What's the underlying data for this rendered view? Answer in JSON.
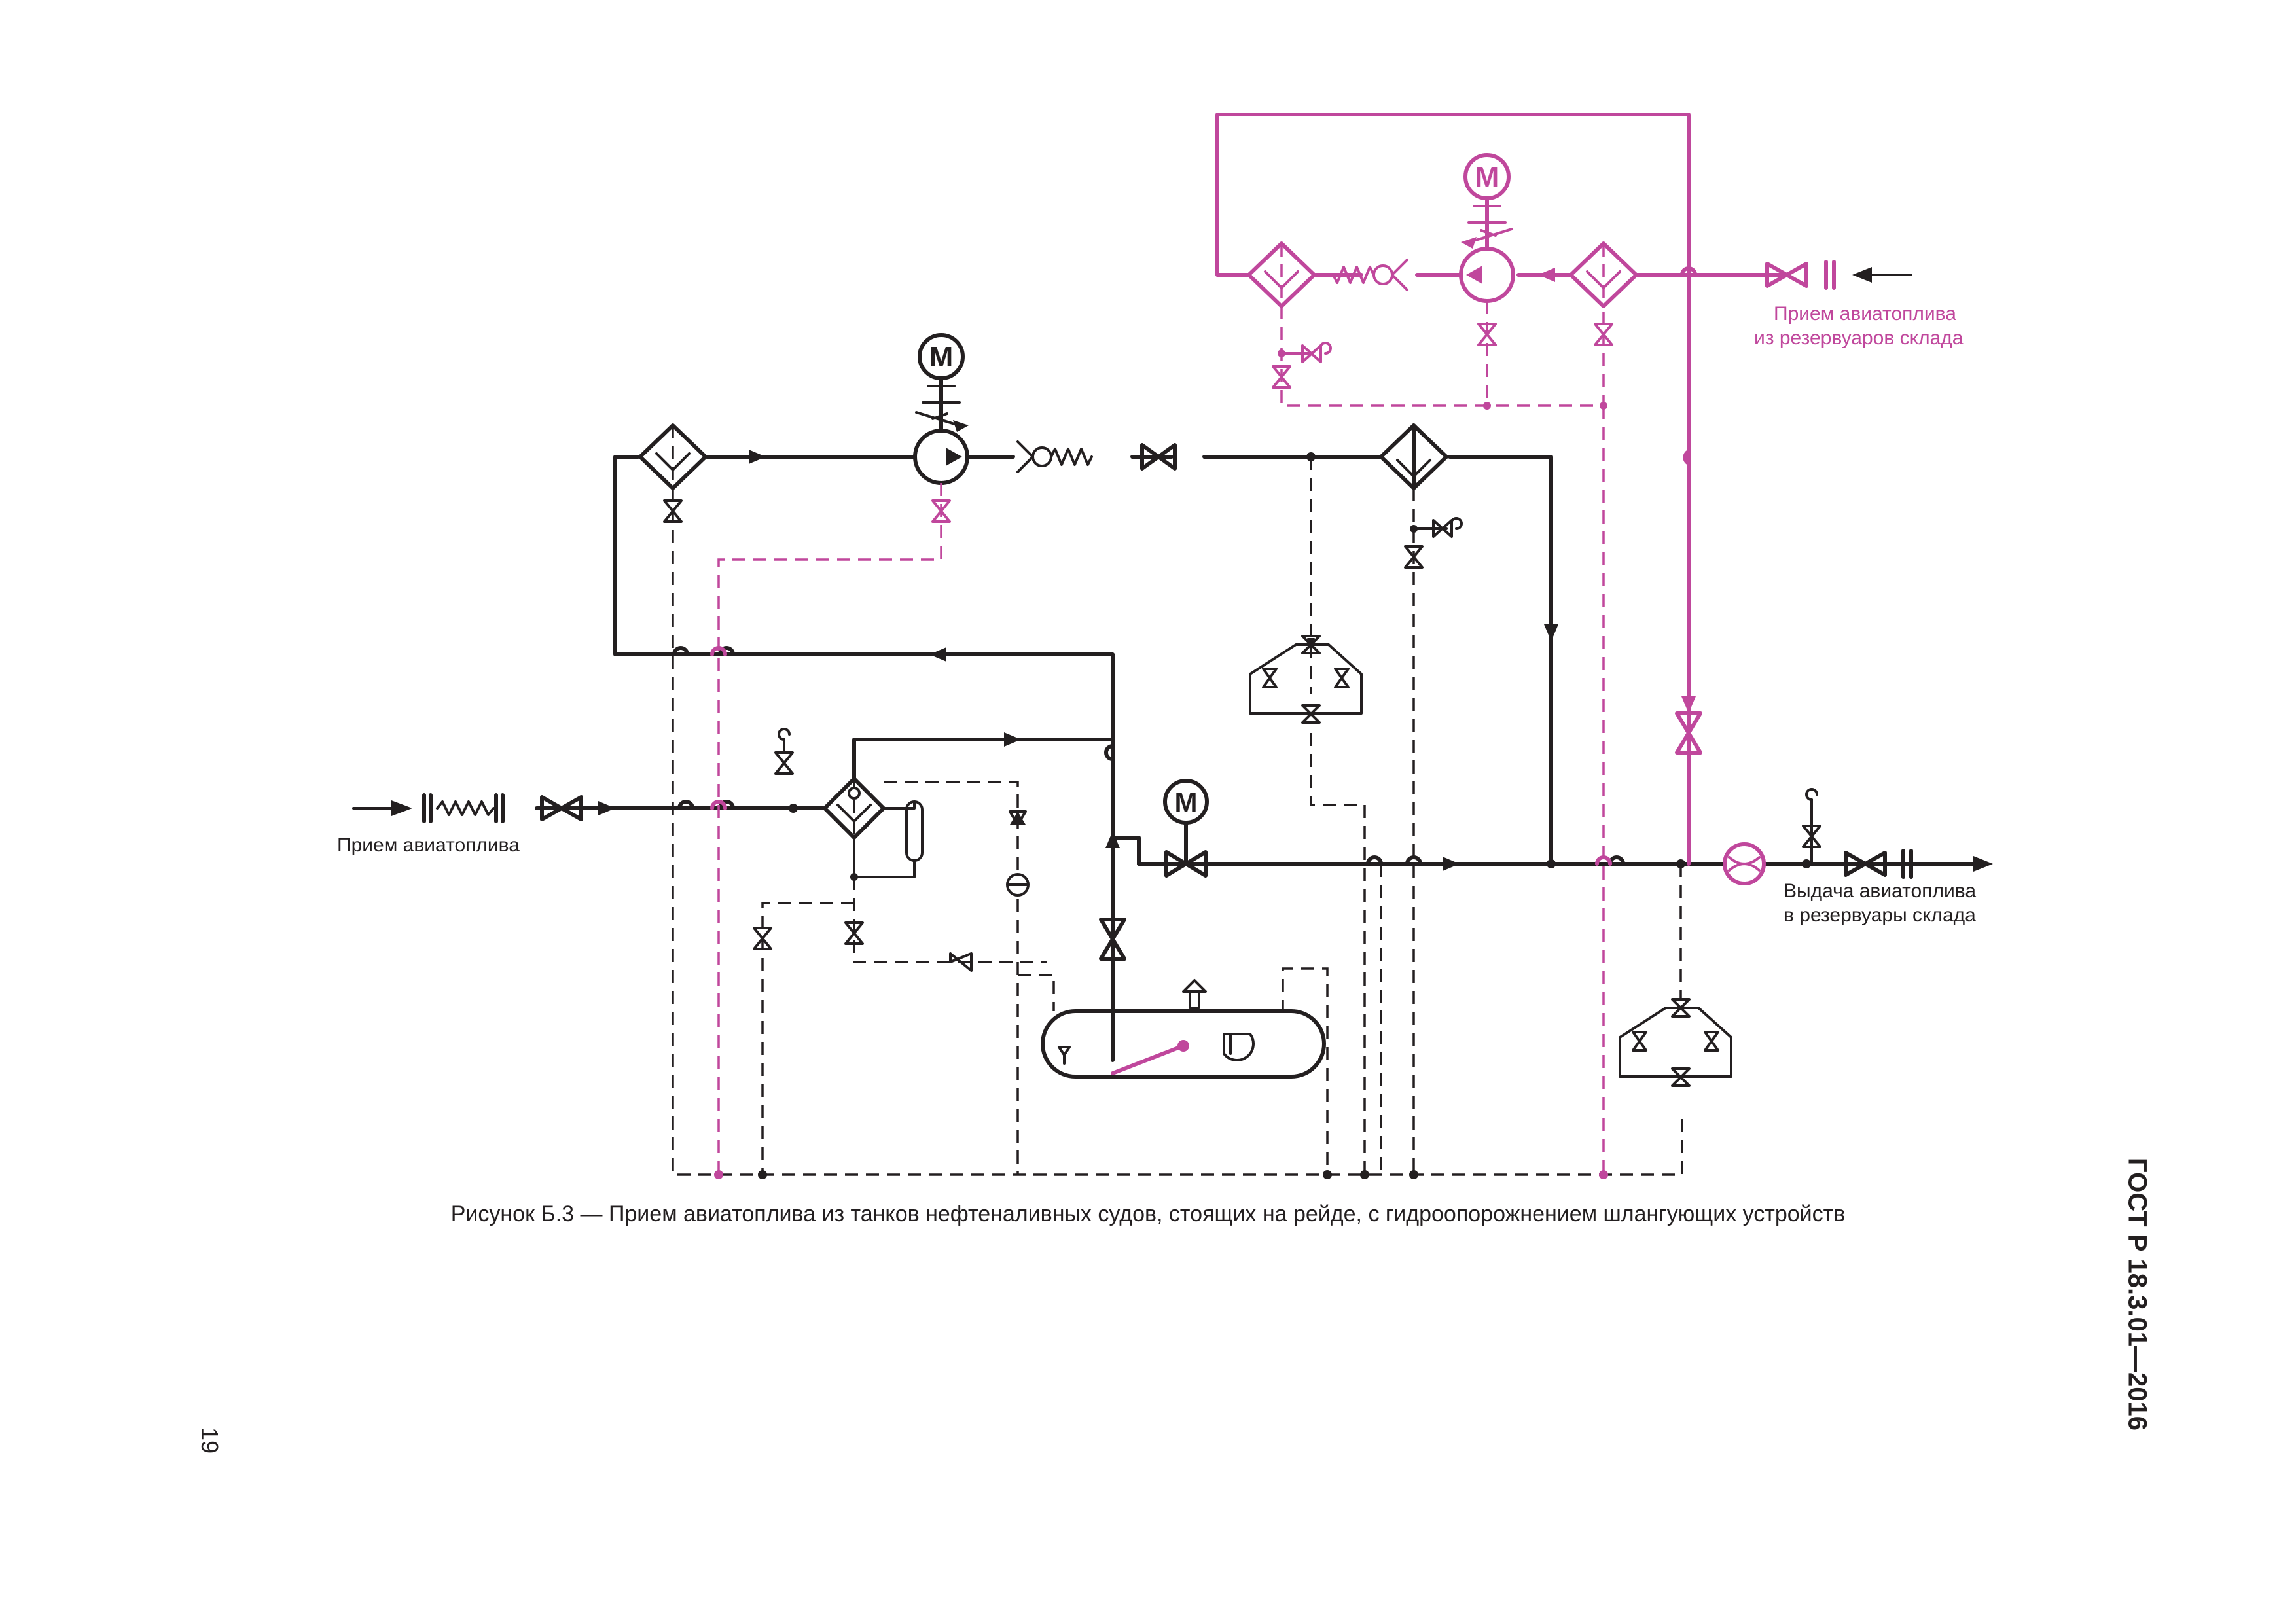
{
  "labels": {
    "intake": "Прием авиатоплива",
    "tank_intake_1": "Прием авиатоплива",
    "tank_intake_2": "из резервуаров склада",
    "delivery_1": "Выдача авиатоплива",
    "delivery_2": "в резервуары склада",
    "motor": "M"
  },
  "caption": "Рисунок Б.3 — Прием авиатоплива из танков нефтеналивных судов, стоящих на рейде, с гидроопорожнением шлангующих устройств",
  "header": {
    "standard": "ГОСТ Р 18.3.01—2016"
  },
  "footer": {
    "page_number": "19"
  },
  "colors": {
    "line": "#231f20",
    "magenta": "#c0479c"
  }
}
